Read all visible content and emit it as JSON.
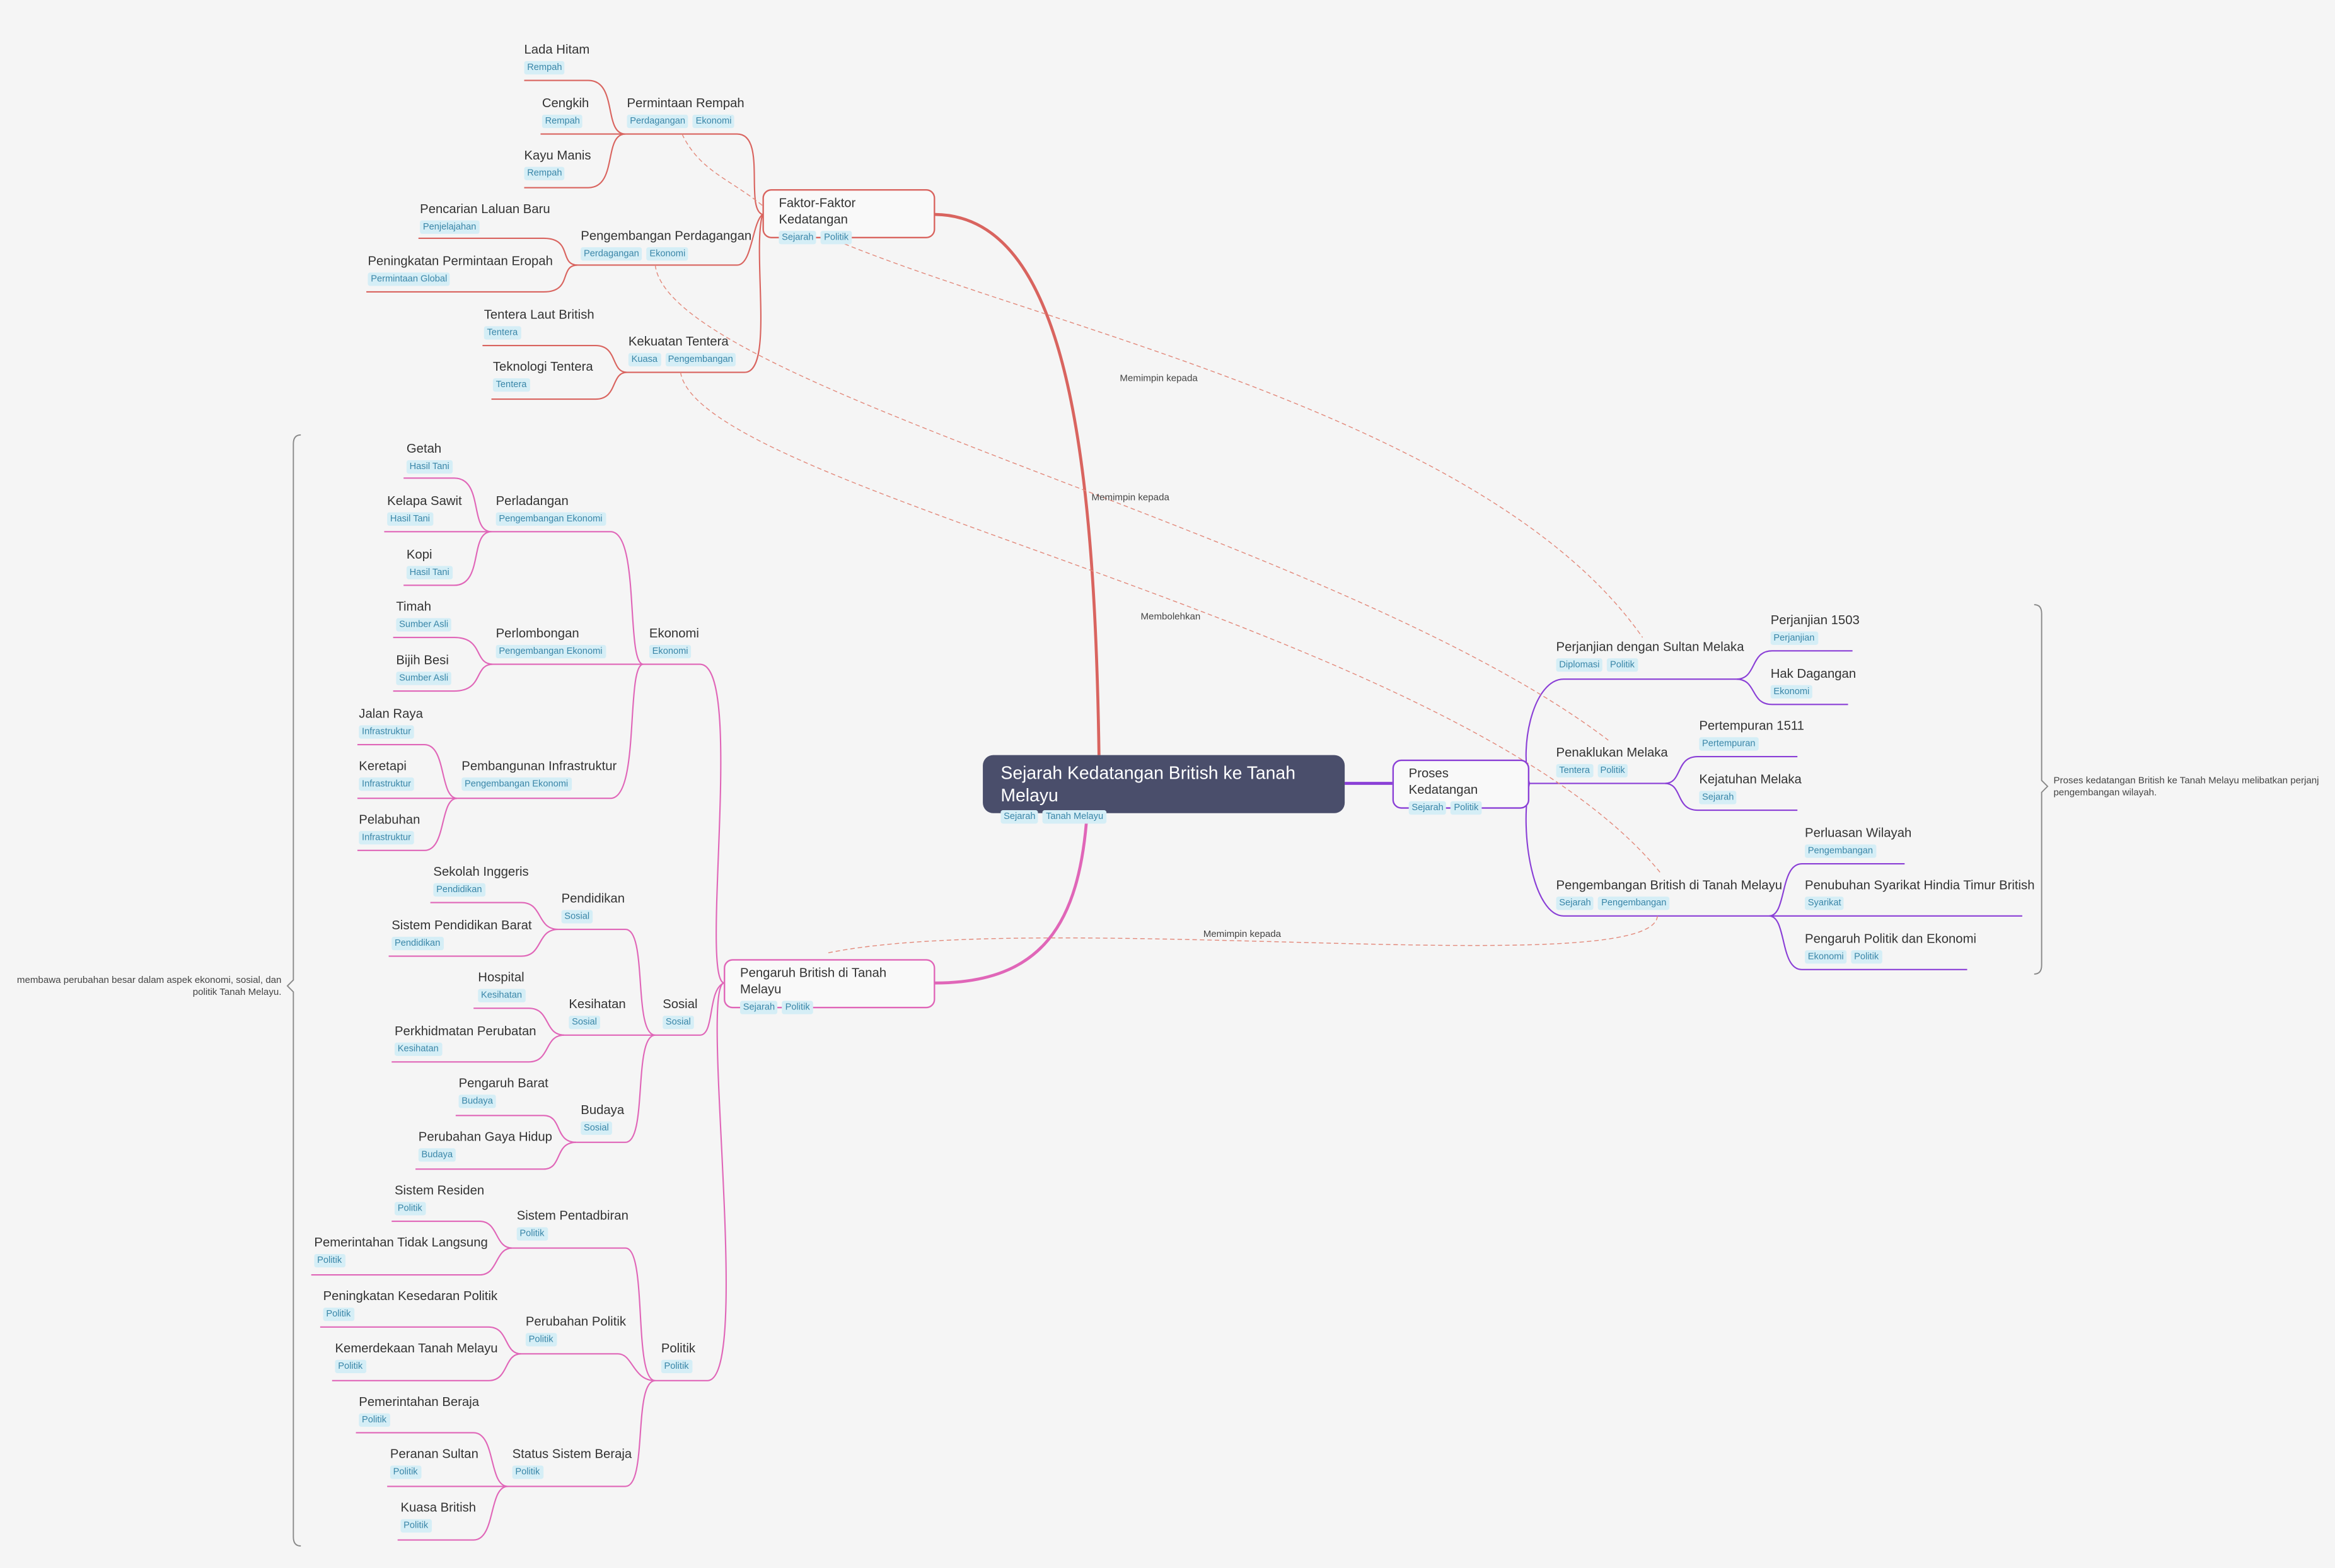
{
  "root": {
    "label": "Sejarah Kedatangan British ke Tanah Melayu",
    "tags": [
      "Sejarah",
      "Tanah Melayu"
    ]
  },
  "faktor": {
    "label": "Faktor-Faktor Kedatangan",
    "tags": [
      "Sejarah",
      "Politik"
    ],
    "groups": [
      {
        "label": "Permintaan Rempah",
        "tags": [
          "Perdagangan",
          "Ekonomi"
        ],
        "leaves": [
          {
            "label": "Lada Hitam",
            "tags": [
              "Rempah"
            ]
          },
          {
            "label": "Cengkih",
            "tags": [
              "Rempah"
            ]
          },
          {
            "label": "Kayu Manis",
            "tags": [
              "Rempah"
            ]
          }
        ]
      },
      {
        "label": "Pengembangan Perdagangan",
        "tags": [
          "Perdagangan",
          "Ekonomi"
        ],
        "leaves": [
          {
            "label": "Pencarian Laluan Baru",
            "tags": [
              "Penjelajahan"
            ]
          },
          {
            "label": "Peningkatan Permintaan Eropah",
            "tags": [
              "Permintaan Global"
            ]
          }
        ]
      },
      {
        "label": "Kekuatan Tentera",
        "tags": [
          "Kuasa",
          "Pengembangan"
        ],
        "leaves": [
          {
            "label": "Tentera Laut British",
            "tags": [
              "Tentera"
            ]
          },
          {
            "label": "Teknologi Tentera",
            "tags": [
              "Tentera"
            ]
          }
        ]
      }
    ]
  },
  "proses": {
    "label": "Proses Kedatangan",
    "tags": [
      "Sejarah",
      "Politik"
    ],
    "groups": [
      {
        "label": "Perjanjian dengan Sultan Melaka",
        "tags": [
          "Diplomasi",
          "Politik"
        ],
        "leaves": [
          {
            "label": "Perjanjian 1503",
            "tags": [
              "Perjanjian"
            ]
          },
          {
            "label": "Hak Dagangan",
            "tags": [
              "Ekonomi"
            ]
          }
        ]
      },
      {
        "label": "Penaklukan Melaka",
        "tags": [
          "Tentera",
          "Politik"
        ],
        "leaves": [
          {
            "label": "Pertempuran 1511",
            "tags": [
              "Pertempuran"
            ]
          },
          {
            "label": "Kejatuhan Melaka",
            "tags": [
              "Sejarah"
            ]
          }
        ]
      },
      {
        "label": "Pengembangan British di Tanah Melayu",
        "tags": [
          "Sejarah",
          "Pengembangan"
        ],
        "leaves": [
          {
            "label": "Perluasan Wilayah",
            "tags": [
              "Pengembangan"
            ]
          },
          {
            "label": "Penubuhan Syarikat Hindia Timur British",
            "tags": [
              "Syarikat"
            ]
          },
          {
            "label": "Pengaruh Politik dan Ekonomi",
            "tags": [
              "Ekonomi",
              "Politik"
            ]
          }
        ]
      }
    ],
    "summary": "Proses kedatangan British ke Tanah Melayu melibatkan perjanj pengembangan wilayah."
  },
  "pengaruh": {
    "label": "Pengaruh British di Tanah Melayu",
    "tags": [
      "Sejarah",
      "Politik"
    ],
    "summary": "membawa perubahan besar dalam aspek ekonomi, sosial, dan politik Tanah Melayu.",
    "areas": [
      {
        "label": "Ekonomi",
        "tags": [
          "Ekonomi"
        ],
        "groups": [
          {
            "label": "Perladangan",
            "tags": [
              "Pengembangan Ekonomi"
            ],
            "leaves": [
              {
                "label": "Getah",
                "tags": [
                  "Hasil Tani"
                ]
              },
              {
                "label": "Kelapa Sawit",
                "tags": [
                  "Hasil Tani"
                ]
              },
              {
                "label": "Kopi",
                "tags": [
                  "Hasil Tani"
                ]
              }
            ]
          },
          {
            "label": "Perlombongan",
            "tags": [
              "Pengembangan Ekonomi"
            ],
            "leaves": [
              {
                "label": "Timah",
                "tags": [
                  "Sumber Asli"
                ]
              },
              {
                "label": "Bijih Besi",
                "tags": [
                  "Sumber Asli"
                ]
              }
            ]
          },
          {
            "label": "Pembangunan Infrastruktur",
            "tags": [
              "Pengembangan Ekonomi"
            ],
            "leaves": [
              {
                "label": "Jalan Raya",
                "tags": [
                  "Infrastruktur"
                ]
              },
              {
                "label": "Keretapi",
                "tags": [
                  "Infrastruktur"
                ]
              },
              {
                "label": "Pelabuhan",
                "tags": [
                  "Infrastruktur"
                ]
              }
            ]
          }
        ]
      },
      {
        "label": "Sosial",
        "tags": [
          "Sosial"
        ],
        "groups": [
          {
            "label": "Pendidikan",
            "tags": [
              "Sosial"
            ],
            "leaves": [
              {
                "label": "Sekolah Inggeris",
                "tags": [
                  "Pendidikan"
                ]
              },
              {
                "label": "Sistem Pendidikan Barat",
                "tags": [
                  "Pendidikan"
                ]
              }
            ]
          },
          {
            "label": "Kesihatan",
            "tags": [
              "Sosial"
            ],
            "leaves": [
              {
                "label": "Hospital",
                "tags": [
                  "Kesihatan"
                ]
              },
              {
                "label": "Perkhidmatan Perubatan",
                "tags": [
                  "Kesihatan"
                ]
              }
            ]
          },
          {
            "label": "Budaya",
            "tags": [
              "Sosial"
            ],
            "leaves": [
              {
                "label": "Pengaruh Barat",
                "tags": [
                  "Budaya"
                ]
              },
              {
                "label": "Perubahan Gaya Hidup",
                "tags": [
                  "Budaya"
                ]
              }
            ]
          }
        ]
      },
      {
        "label": "Politik",
        "tags": [
          "Politik"
        ],
        "groups": [
          {
            "label": "Sistem Pentadbiran",
            "tags": [
              "Politik"
            ],
            "leaves": [
              {
                "label": "Sistem Residen",
                "tags": [
                  "Politik"
                ]
              },
              {
                "label": "Pemerintahan Tidak Langsung",
                "tags": [
                  "Politik"
                ]
              }
            ]
          },
          {
            "label": "Perubahan Politik",
            "tags": [
              "Politik"
            ],
            "leaves": [
              {
                "label": "Peningkatan Kesedaran Politik",
                "tags": [
                  "Politik"
                ]
              },
              {
                "label": "Kemerdekaan Tanah Melayu",
                "tags": [
                  "Politik"
                ]
              }
            ]
          },
          {
            "label": "Status Sistem Beraja",
            "tags": [
              "Politik"
            ],
            "leaves": [
              {
                "label": "Pemerintahan Beraja",
                "tags": [
                  "Politik"
                ]
              },
              {
                "label": "Peranan Sultan",
                "tags": [
                  "Politik"
                ]
              },
              {
                "label": "Kuasa British",
                "tags": [
                  "Politik"
                ]
              }
            ]
          }
        ]
      }
    ]
  },
  "relations": [
    {
      "label": "Memimpin kepada"
    },
    {
      "label": "Memimpin kepada"
    },
    {
      "label": "Membolehkan"
    },
    {
      "label": "Memimpin kepada"
    }
  ],
  "colors": {
    "faktor": "#d9645f",
    "proses": "#8a3fd6",
    "pengaruh": "#e066b8",
    "root": "#4a4e6b",
    "tag_bg": "#d5eef6",
    "tag_text": "#3a86a8"
  }
}
